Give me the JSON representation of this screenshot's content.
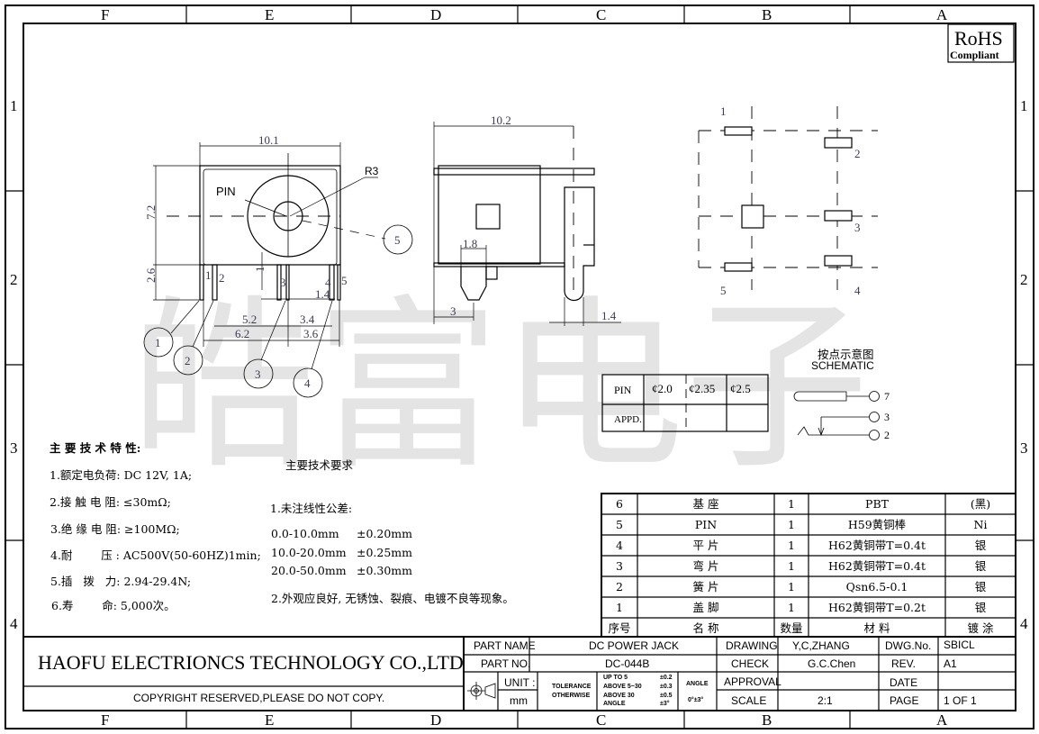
{
  "watermark": "皓富电子",
  "zones": {
    "columns": [
      "F",
      "E",
      "D",
      "C",
      "B",
      "A"
    ],
    "rows": [
      "1",
      "2",
      "3",
      "4"
    ]
  },
  "rohs": {
    "title": "RoHS",
    "subtitle": "Compliant"
  },
  "front_view": {
    "dim_width": "10.1",
    "dim_height": "7.2",
    "dim_pin_len": "2.6",
    "label_pin": "PIN",
    "label_radius": "R3",
    "dim_1": "1",
    "dim_3": "3",
    "dim_14": "1.4",
    "dim_52": "5.2",
    "dim_62": "6.2",
    "dim_34": "3.4",
    "dim_36": "3.6",
    "pin_labels": [
      "1",
      "2",
      "4",
      "5"
    ],
    "balloons": [
      "1",
      "2",
      "3",
      "4",
      "5"
    ]
  },
  "side_view": {
    "dim_width": "10.2",
    "dim_18": "1.8",
    "dim_3": "3",
    "dim_14": "1.4"
  },
  "pin_view": {
    "labels": [
      "1",
      "2",
      "3",
      "4",
      "5"
    ]
  },
  "pin_table": {
    "row1_header": "PIN",
    "row2_header": "APPD.",
    "sizes": [
      "¢2.0",
      "¢2.35",
      "¢2.5"
    ]
  },
  "schematic": {
    "title_cn": "按点示意图",
    "title_en": "SCHEMATIC",
    "pins": [
      "7",
      "3",
      "2"
    ]
  },
  "features": {
    "title": "主 要 技 术 特 性:",
    "items": [
      "1.额定电负荷: DC 12V, 1A;",
      "2.接 触 电 阻: ≤30mΩ;",
      "3.绝 缘 电 阻: ≥100MΩ;",
      "4.耐        压 : AC500V(50-60HZ)1min;",
      "5.插   拨   力: 2.94-29.4N;",
      "6.寿        命: 5,000次。"
    ]
  },
  "requirements": {
    "title": "主要技术要求",
    "item1": "1.未注线性公差:",
    "tolerances": [
      {
        "range": "0.0-10.0mm",
        "tol": "±0.20mm"
      },
      {
        "range": "10.0-20.0mm",
        "tol": "±0.25mm"
      },
      {
        "range": "20.0-50.0mm",
        "tol": "±0.30mm"
      }
    ],
    "item2": "2.外观应良好, 无锈蚀、裂痕、电镀不良等现象。"
  },
  "bom": {
    "headers": [
      "序号",
      "名    称",
      "数量",
      "材    料",
      "镀 涂"
    ],
    "rows": [
      [
        "6",
        "基  座",
        "1",
        "PBT",
        "(黑)"
      ],
      [
        "5",
        "PIN",
        "1",
        "H59黄铜棒",
        "Ni"
      ],
      [
        "4",
        "平  片",
        "1",
        "H62黄铜带T=0.4t",
        "银"
      ],
      [
        "3",
        "弯  片",
        "1",
        "H62黄铜带T=0.4t",
        "银"
      ],
      [
        "2",
        "簧  片",
        "1",
        "Qsn6.5-0.1",
        "银"
      ],
      [
        "1",
        "盖  脚",
        "1",
        "H62黄铜带T=0.2t",
        "银"
      ]
    ]
  },
  "title_block": {
    "company": "HAOFU ELECTRIONCS TECHNOLOGY CO.,LTD",
    "copyright": "COPYRIGHT RESERVED,PLEASE DO NOT COPY.",
    "part_name_label": "PART NAME",
    "part_name": "DC POWER JACK",
    "part_no_label": "PART NO.",
    "part_no": "DC-044B",
    "unit_label": "UNIT :",
    "unit": "mm",
    "tolerance_label1": "TOLERANCE",
    "tolerance_label2": "OTHERWISE",
    "tol_rows": [
      [
        "UP TO 5",
        "±0.2"
      ],
      [
        "ABOVE 5~30",
        "±0.3"
      ],
      [
        "ABOVE 30",
        "±0.5"
      ],
      [
        "ANGLE",
        "±3°"
      ]
    ],
    "angle_label": "ANGLE",
    "angle_value": "0°±3°",
    "drawing_label": "DRAWING",
    "drawing": "Y,C,ZHANG",
    "check_label": "CHECK",
    "check": "G.C.Chen",
    "approval_label": "APPROVAL",
    "approval": "",
    "scale_label": "SCALE",
    "scale": "2:1",
    "dwg_no_label": "DWG.No.",
    "dwg_no": "SBICL",
    "rev_label": "REV.",
    "rev": "A1",
    "date_label": "DATE",
    "date": "",
    "page_label": "PAGE",
    "page": "1 OF 1"
  }
}
